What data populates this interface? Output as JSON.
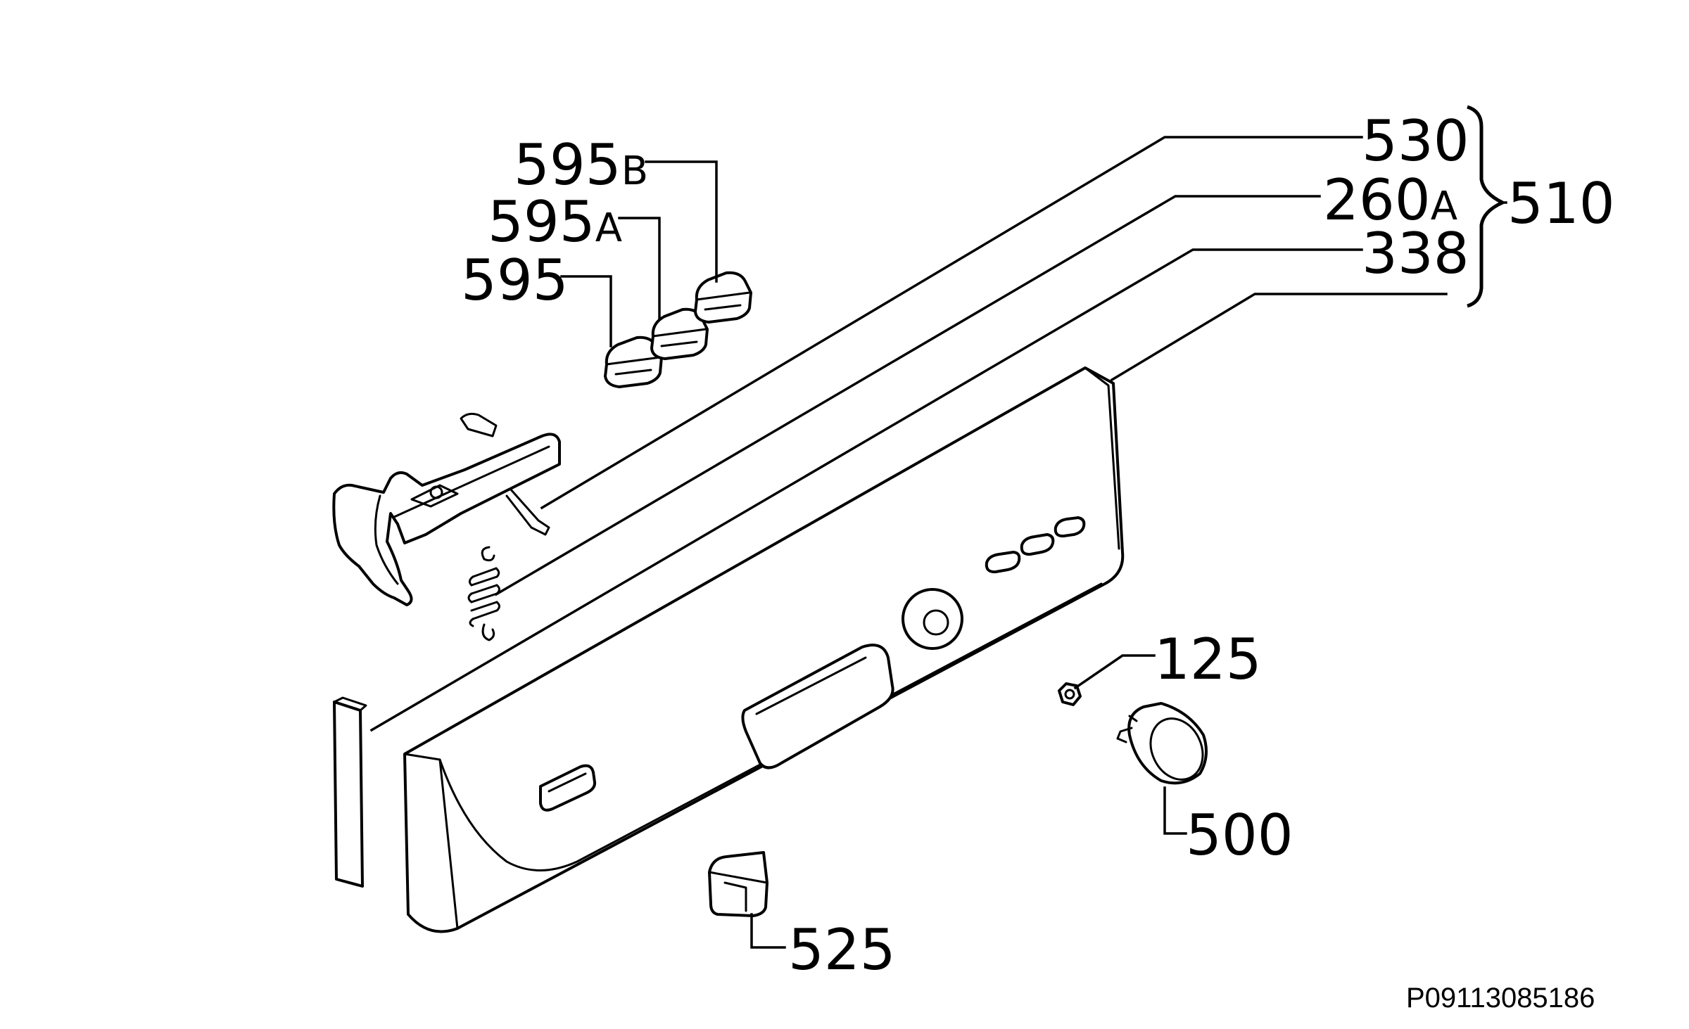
{
  "labels": {
    "p530": "530",
    "p260A_num": "260",
    "p260A_suffix": "A",
    "p338": "338",
    "p510": "510",
    "p595B_num": "595",
    "p595B_suffix": "B",
    "p595A_num": "595",
    "p595A_suffix": "A",
    "p595": "595",
    "p125": "125",
    "p500": "500",
    "p525": "525"
  },
  "drawing_code": "P09113085186",
  "colors": {
    "line": "#000000",
    "background": "#ffffff"
  }
}
